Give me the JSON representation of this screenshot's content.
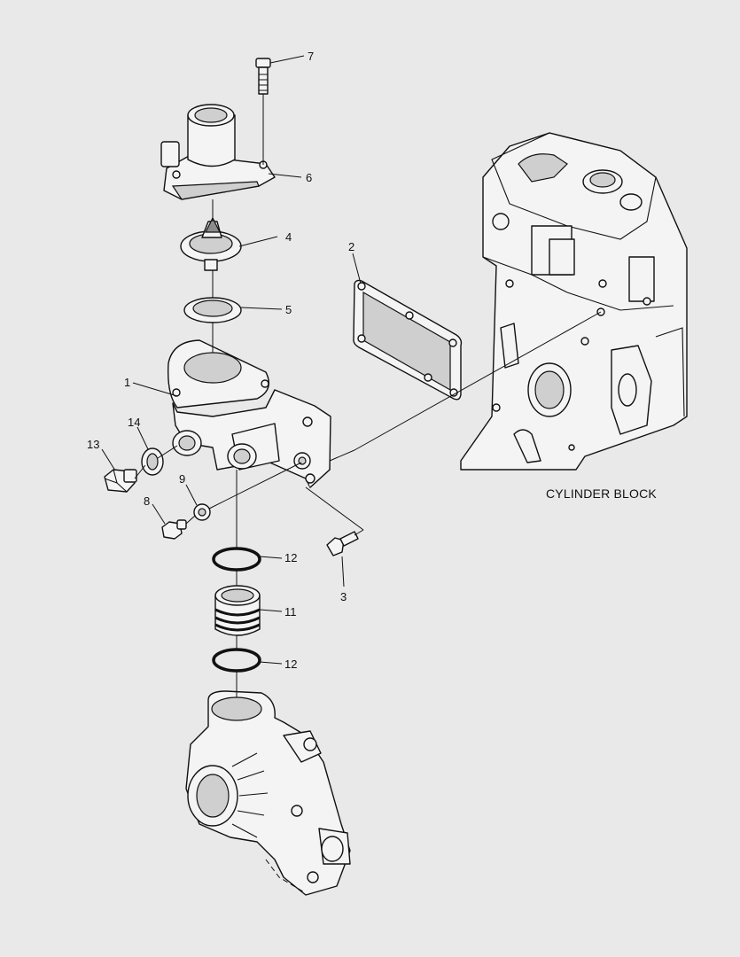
{
  "diagram": {
    "callouts": [
      "1",
      "2",
      "3",
      "4",
      "5",
      "6",
      "7",
      "8",
      "9",
      "11",
      "12",
      "12",
      "13",
      "14"
    ],
    "labels": {
      "cylinder_block": "CYLINDER BLOCK"
    }
  }
}
